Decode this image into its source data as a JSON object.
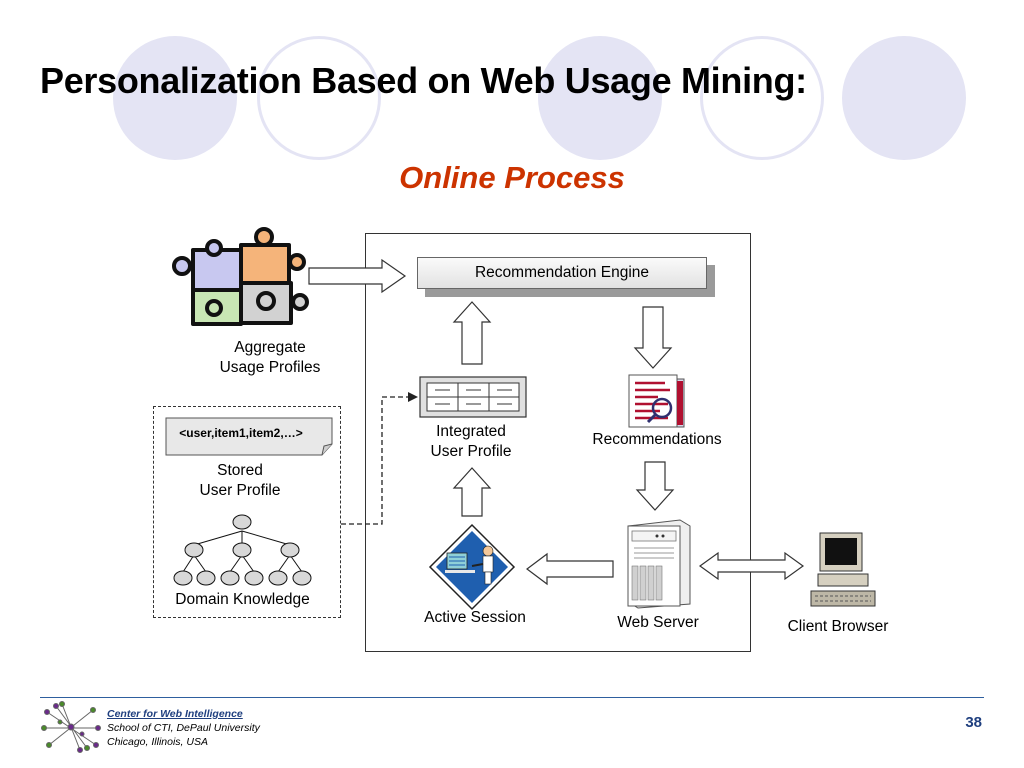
{
  "slide": {
    "title": "Personalization Based on Web Usage Mining:",
    "subtitle": "Online Process"
  },
  "diagram": {
    "engine_label": "Recommendation Engine",
    "aggregate_profiles": [
      "Aggregate",
      "Usage Profiles"
    ],
    "stored_profile_record": "<user,item1,item2,…>",
    "stored_profile": [
      "Stored",
      "User Profile"
    ],
    "domain_knowledge": "Domain Knowledge",
    "integrated_profile": [
      "Integrated",
      "User Profile"
    ],
    "recommendations": "Recommendations",
    "active_session": "Active Session",
    "web_server": "Web Server",
    "client_browser": "Client Browser"
  },
  "footer": {
    "org": "Center for Web Intelligence",
    "school": "School of CTI, DePaul University",
    "location": "Chicago, Illinois, USA",
    "page": "38"
  },
  "colors": {
    "title": "#000000",
    "subtitle": "#cc3300",
    "deco_circles": "#e4e4f4",
    "footer_rule": "#2e5f9e",
    "puzzle_lavender": "#c8c8f0",
    "puzzle_orange": "#f5b47a",
    "puzzle_green": "#c8e6b4",
    "puzzle_gray": "#d2d2d2"
  },
  "icons": [
    "puzzle-icon",
    "document-icon",
    "network-logo-icon",
    "tree-icon",
    "person-at-computer-icon",
    "server-icon",
    "computer-icon",
    "table-icon"
  ]
}
